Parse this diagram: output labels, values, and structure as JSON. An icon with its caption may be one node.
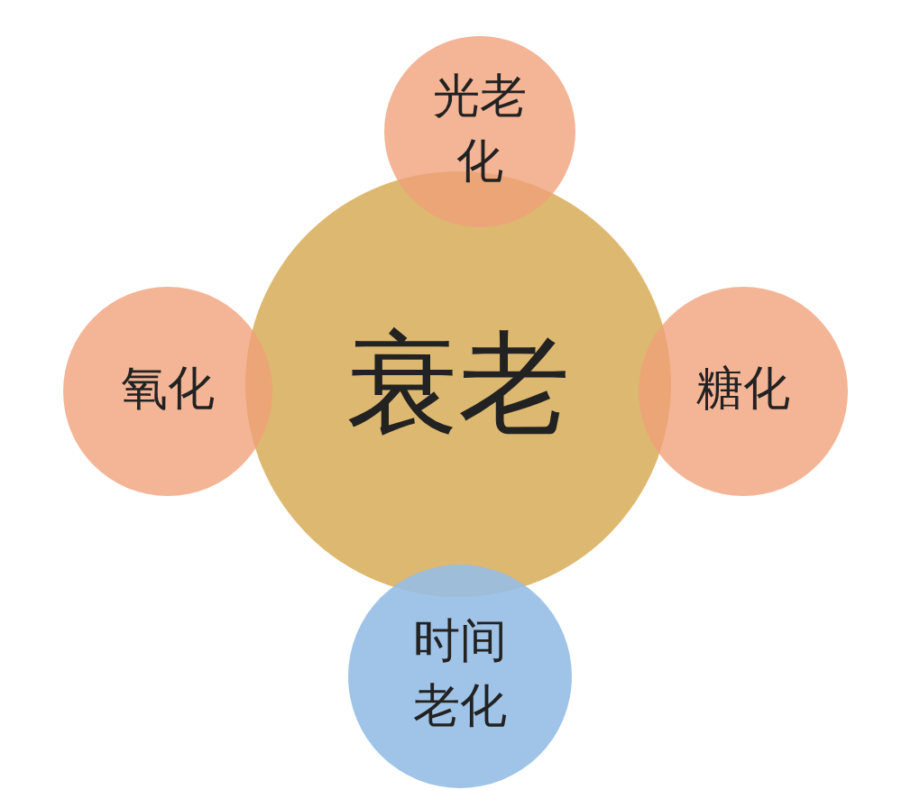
{
  "diagram": {
    "nodes": [
      {
        "text": [
          "光老化"
        ]
      },
      {
        "text": [
          "氧化"
        ]
      },
      {
        "text": [
          "衰老"
        ]
      },
      {
        "text": [
          "糖化"
        ]
      },
      {
        "text": [
          "时间老化"
        ]
      }
    ]
  }
}
